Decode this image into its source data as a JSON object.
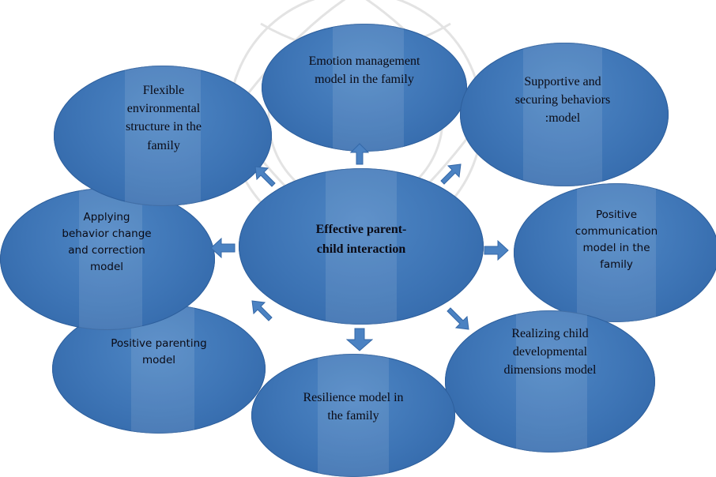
{
  "diagram": {
    "center": {
      "label": "Effective parent-\nchild interaction"
    },
    "nodes": {
      "emotion": "Emotion management\nmodel in the family",
      "supportive": "Supportive and\nsecuring behaviors\n:model",
      "positive_communication": "Positive\ncommunication\nmodel in the\nfamily",
      "realizing": "Realizing child\ndevelopmental\ndimensions model",
      "resilience": "Resilience model in\nthe family",
      "positive_parenting": "Positive parenting\nmodel",
      "applying": "Applying\nbehavior change\nand correction\nmodel",
      "flexible": "Flexible\nenvironmental\nstructure in the\nfamily"
    },
    "colors": {
      "node_fill": "#3d74b5",
      "arrow_fill": "#4b82c2",
      "text": "#0a0a14"
    }
  }
}
